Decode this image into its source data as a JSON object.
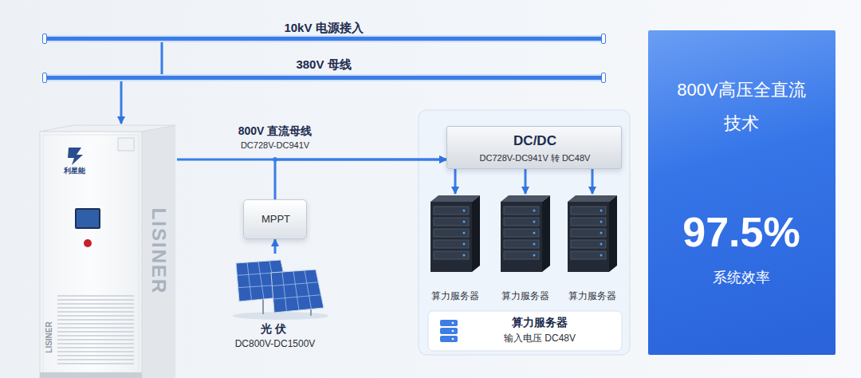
{
  "diagram": {
    "nodes": [
      {
        "text": [
          "10kV 电源接入"
        ]
      },
      {
        "text": [
          "380V 母线"
        ]
      },
      {
        "text": [
          "利星能",
          "LISINER",
          "LISINER"
        ]
      },
      {
        "text": [
          "MPPT"
        ]
      },
      {
        "text": [
          "光伏",
          "DC800V-DC1500V"
        ]
      },
      {
        "text": [
          "DC/DC",
          "DC728V-DC941V 转 DC48V"
        ]
      },
      {
        "text": [
          "算力服务器"
        ]
      },
      {
        "text": [
          "算力服务器"
        ]
      },
      {
        "text": [
          "算力服务器"
        ]
      },
      {
        "text": [
          "算力服务器",
          "输入电压 DC48V"
        ]
      },
      {
        "text": [
          "800V高压全直流 技术",
          "97.5%",
          "系统效率"
        ]
      }
    ],
    "edges": [
      {
        "from": 0,
        "to": 1,
        "arrow": "none"
      },
      {
        "from": 1,
        "to": 2,
        "arrow": "to"
      },
      {
        "from": 2,
        "to": 5,
        "arrow": "to"
      },
      {
        "from": 4,
        "to": 3,
        "arrow": "to"
      },
      {
        "from": 3,
        "to": 5,
        "arrow": "to"
      },
      {
        "from": 5,
        "to": 6,
        "arrow": "to"
      },
      {
        "from": 5,
        "to": 7,
        "arrow": "to"
      },
      {
        "from": 5,
        "to": 8,
        "arrow": "to"
      }
    ],
    "labels": [
      "800V 直流母线",
      "DC728V-DC941V"
    ]
  }
}
